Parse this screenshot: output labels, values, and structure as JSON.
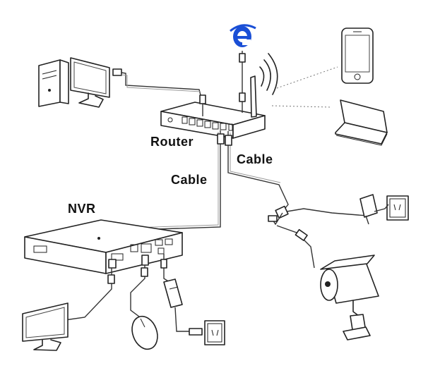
{
  "labels": {
    "router": "Router",
    "cable_left": "Cable",
    "cable_right": "Cable",
    "nvr": "NVR"
  },
  "icons": {
    "internet": "internet-explorer-icon",
    "brand_color": "#1a4fd6"
  }
}
